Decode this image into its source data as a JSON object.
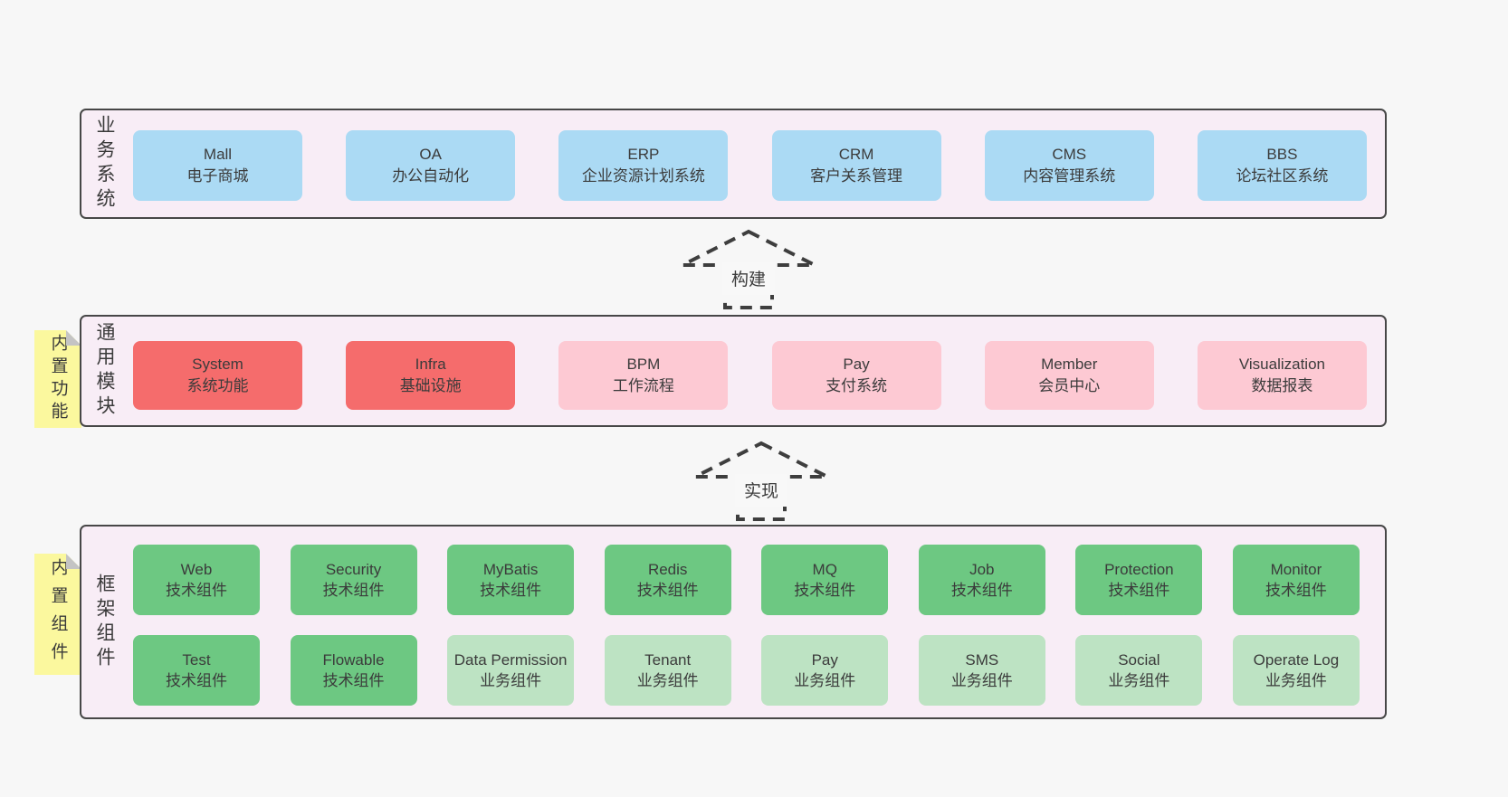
{
  "colors": {
    "background": "#f7f7f7",
    "container_fill": "#f8edf6",
    "container_border": "#474747",
    "blue": "#abdaf4",
    "red": "#f56c6c",
    "pink": "#fdc9d3",
    "green": "#6dc882",
    "lightgreen": "#bde3c3",
    "sticky_yellow": "#fbf89e",
    "sticky_fold_gray": "#c4c4c4",
    "text": "#3b3b3b"
  },
  "arrows": [
    {
      "label": "构建"
    },
    {
      "label": "实现"
    }
  ],
  "layers": {
    "business": {
      "side_label": "业务系统",
      "boxes": [
        {
          "title": "Mall",
          "subtitle": "电子商城",
          "variant": "blue"
        },
        {
          "title": "OA",
          "subtitle": "办公自动化",
          "variant": "blue"
        },
        {
          "title": "ERP",
          "subtitle": "企业资源计划系统",
          "variant": "blue"
        },
        {
          "title": "CRM",
          "subtitle": "客户关系管理",
          "variant": "blue"
        },
        {
          "title": "CMS",
          "subtitle": "内容管理系统",
          "variant": "blue"
        },
        {
          "title": "BBS",
          "subtitle": "论坛社区系统",
          "variant": "blue"
        }
      ]
    },
    "modules": {
      "side_label": "通用模块",
      "sticky_label": "内置功能",
      "boxes": [
        {
          "title": "System",
          "subtitle": "系统功能",
          "variant": "red"
        },
        {
          "title": "Infra",
          "subtitle": "基础设施",
          "variant": "red"
        },
        {
          "title": "BPM",
          "subtitle": "工作流程",
          "variant": "pink"
        },
        {
          "title": "Pay",
          "subtitle": "支付系统",
          "variant": "pink"
        },
        {
          "title": "Member",
          "subtitle": "会员中心",
          "variant": "pink"
        },
        {
          "title": "Visualization",
          "subtitle": "数据报表",
          "variant": "pink"
        }
      ]
    },
    "components": {
      "side_label": "框架组件",
      "sticky_label": "内置组件",
      "row1": [
        {
          "title": "Web",
          "subtitle": "技术组件",
          "variant": "green"
        },
        {
          "title": "Security",
          "subtitle": "技术组件",
          "variant": "green"
        },
        {
          "title": "MyBatis",
          "subtitle": "技术组件",
          "variant": "green"
        },
        {
          "title": "Redis",
          "subtitle": "技术组件",
          "variant": "green"
        },
        {
          "title": "MQ",
          "subtitle": "技术组件",
          "variant": "green"
        },
        {
          "title": "Job",
          "subtitle": "技术组件",
          "variant": "green"
        },
        {
          "title": "Protection",
          "subtitle": "技术组件",
          "variant": "green"
        },
        {
          "title": "Monitor",
          "subtitle": "技术组件",
          "variant": "green"
        }
      ],
      "row2": [
        {
          "title": "Test",
          "subtitle": "技术组件",
          "variant": "green"
        },
        {
          "title": "Flowable",
          "subtitle": "技术组件",
          "variant": "green"
        },
        {
          "title": "Data Permission",
          "subtitle": "业务组件",
          "variant": "lightgreen"
        },
        {
          "title": "Tenant",
          "subtitle": "业务组件",
          "variant": "lightgreen"
        },
        {
          "title": "Pay",
          "subtitle": "业务组件",
          "variant": "lightgreen"
        },
        {
          "title": "SMS",
          "subtitle": "业务组件",
          "variant": "lightgreen"
        },
        {
          "title": "Social",
          "subtitle": "业务组件",
          "variant": "lightgreen"
        },
        {
          "title": "Operate Log",
          "subtitle": "业务组件",
          "variant": "lightgreen"
        }
      ]
    }
  }
}
